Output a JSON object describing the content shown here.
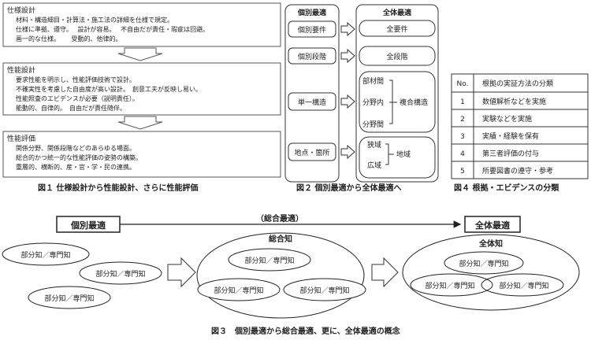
{
  "fig1": {
    "caption": "図１ 仕様設計から性能設計、さらに性能評価",
    "blocks": [
      {
        "title": "仕様設計",
        "lines": [
          "材料・構造細目・計算法・施工法の詳細を仕様で規定。",
          "仕様に準拠、遵守。　 設計が容易。　 不自由だが責任・瑕疵は回避。",
          "画一的な仕様。　　 受動的、他律的。"
        ]
      },
      {
        "title": "性能設計",
        "lines": [
          "要求性能を明示し、性能評価技術で設計。",
          "不確実性を考慮した自由度が高い設計。　創意工夫が反映し易い。",
          "性能照査のエビデンスが必要（説明責任）。",
          "能動的、自律的。　自由だが責任随伴。"
        ]
      },
      {
        "title": "性能評価",
        "lines": [
          "関係分野、関係段階などのあらゆる場面。",
          "総合的かつ統一的な性能評価の姿勢の構築。",
          "重層的、横断的、産・官・学・民の連携。"
        ]
      }
    ]
  },
  "fig2": {
    "caption": "図２ 個別最適から全体最適へ",
    "left_title": "個別最適",
    "right_title": "全体最適",
    "left_items": [
      "個別要件",
      "個別段階",
      "単一構造",
      "地点・箇所"
    ],
    "right_simple": [
      "全要件",
      "全段階"
    ],
    "struct_items": [
      "部材間",
      "分野内",
      "分野間"
    ],
    "struct_label": "複合構造",
    "area_items": [
      "狭域",
      "広域"
    ],
    "area_label": "地域"
  },
  "fig4": {
    "caption": "図４ 根拠・エビデンスの分類",
    "header_no": "No.",
    "header_method": "根拠の実証方法の分類",
    "rows": [
      {
        "no": "1",
        "method": "数値解析などを実施"
      },
      {
        "no": "2",
        "method": "実験などを実施"
      },
      {
        "no": "3",
        "method": "実績・経験を保有"
      },
      {
        "no": "4",
        "method": "第三者評価の付与"
      },
      {
        "no": "5",
        "method": "所要図書の遵守・参考"
      }
    ]
  },
  "fig3": {
    "caption": "図３　個別最適から総合最適、更に、全体最適の概念",
    "left_label": "個別最適",
    "middle_label": "（総合最適）",
    "right_label": "全体最適",
    "sougou_title": "総合知",
    "zentai_title": "全体知",
    "part_label": "部分知／専門知"
  }
}
